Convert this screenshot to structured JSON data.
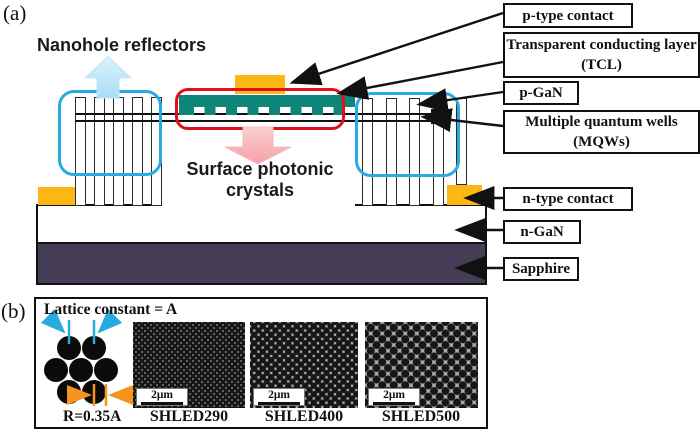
{
  "figure": {
    "panel_a_tag": "(a)",
    "panel_b_tag": "(b)",
    "nanohole_label": "Nanohole reflectors",
    "surface_label": "Surface photonic\ncrystals",
    "callouts": {
      "p_contact": "p-type contact",
      "tcl": "Transparent conducting layer (TCL)",
      "p_gan": "p-GaN",
      "mqw": "Multiple quantum wells (MQWs)",
      "n_contact": "n-type contact",
      "n_gan": "n-GaN",
      "sapphire": "Sapphire"
    },
    "panel_b": {
      "lattice_label": "Lattice constant = A",
      "radius_label": "R=0.35A",
      "sem_images": [
        {
          "name": "SHLED290",
          "scale_bar": "2μm"
        },
        {
          "name": "SHLED400",
          "scale_bar": "2μm"
        },
        {
          "name": "SHLED500",
          "scale_bar": "2μm"
        }
      ]
    },
    "colors": {
      "tcl_teal": "#0F8478",
      "contact_yellow": "#FBB714",
      "sapphire_purple": "#453C55",
      "reflector_outline_blue": "#29ABE2",
      "photonic_outline_red": "#E0101C",
      "lattice_marker_cyan": "#29ABE2",
      "radius_marker_orange": "#F7941D"
    }
  }
}
